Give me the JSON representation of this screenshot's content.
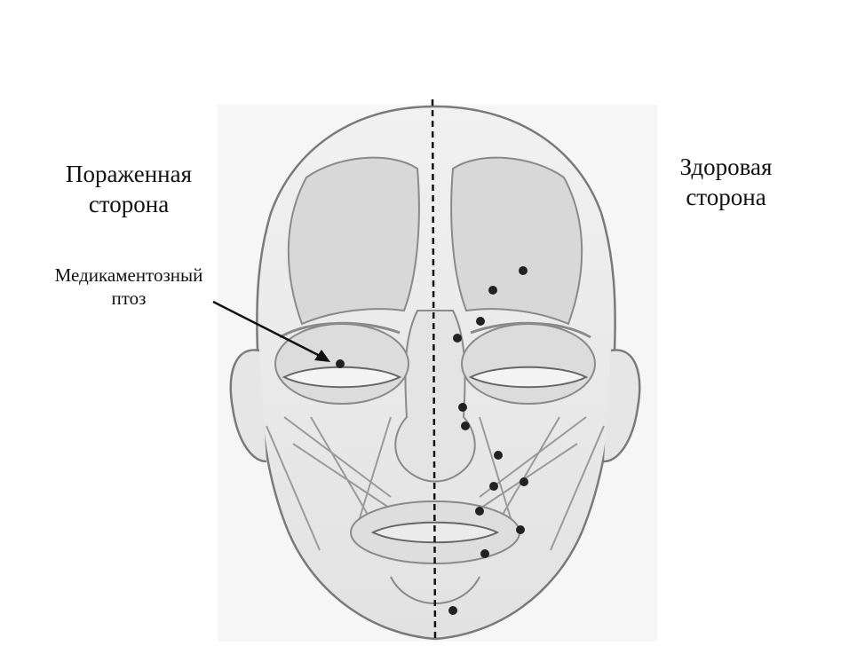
{
  "labels": {
    "affected_side": [
      "Пораженная",
      "сторона"
    ],
    "healthy_side": [
      "Здоровая",
      "сторона"
    ],
    "ptosis": [
      "Медикаментозный",
      "птоз"
    ]
  },
  "colors": {
    "background": "#ffffff",
    "face_fill": "#ececec",
    "muscle_fill": "#d9d9d9",
    "line": "#8a8a8a",
    "dot": "#222222",
    "midline": "#111111"
  },
  "injection_points": {
    "affected_side_count": 1,
    "healthy_side_count": 13
  }
}
